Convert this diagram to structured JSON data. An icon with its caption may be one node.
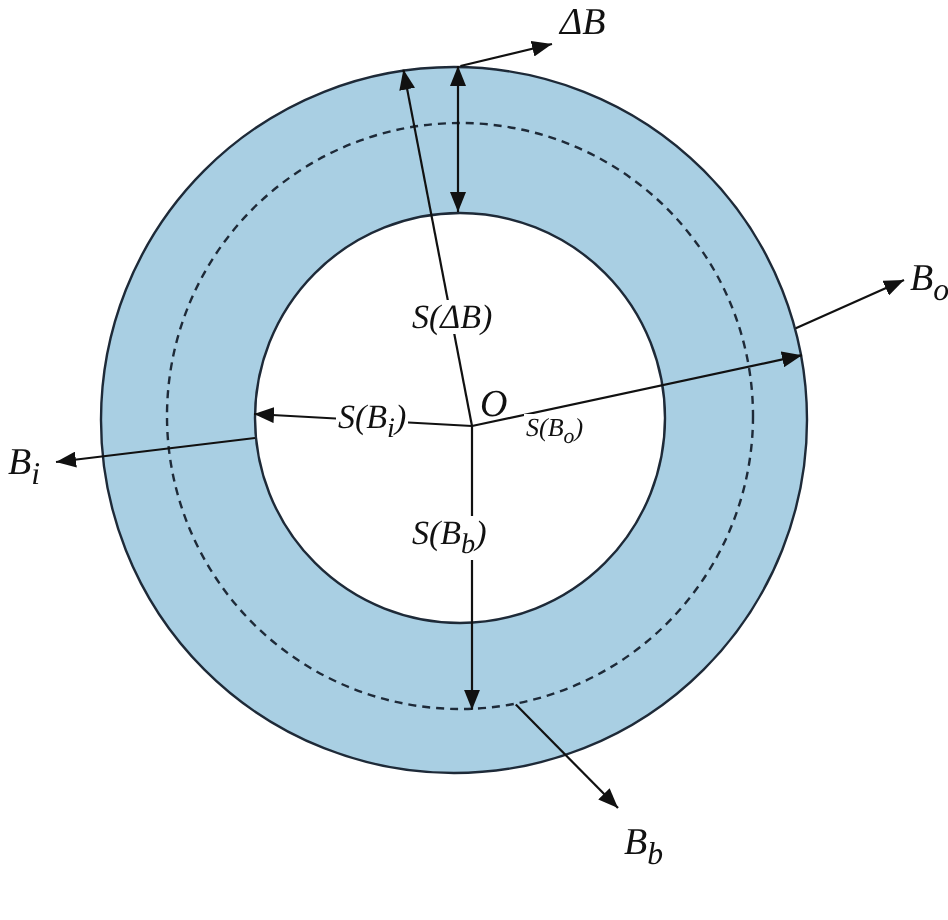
{
  "diagram": {
    "nodes": [
      {
        "text": [
          "O"
        ],
        "in": 2
      },
      {
        "text": [],
        "shape": "circle"
      },
      {
        "text": [],
        "shape": "circle",
        "in": 3
      },
      {
        "text": [],
        "shape": "circle",
        "in": 1
      },
      {
        "text": [
          "ΔB"
        ]
      },
      {
        "text": [
          "B$_{o}$"
        ]
      },
      {
        "text": [
          "B$_{i}$"
        ]
      },
      {
        "text": [
          "B$_{b}$"
        ]
      }
    ],
    "edges": [
      {
        "from": 0,
        "to": 1,
        "arrow": "to",
        "label": "S(ΔB)"
      },
      {
        "from": 0,
        "to": 2,
        "arrow": "to",
        "label": "S(B$_{i}$)"
      },
      {
        "from": 0,
        "to": 1,
        "arrow": "to",
        "label": "S(B$_{o}$)"
      },
      {
        "from": 0,
        "to": 3,
        "arrow": "to",
        "label": "S(B$_{b}$)"
      },
      {
        "from": 1,
        "to": 4,
        "arrow": "to"
      },
      {
        "from": 1,
        "to": 5,
        "arrow": "to"
      },
      {
        "from": 2,
        "to": 6,
        "arrow": "to"
      },
      {
        "from": 3,
        "to": 7,
        "arrow": "to"
      },
      {
        "from": 1,
        "to": 2,
        "arrow": "both"
      }
    ]
  }
}
